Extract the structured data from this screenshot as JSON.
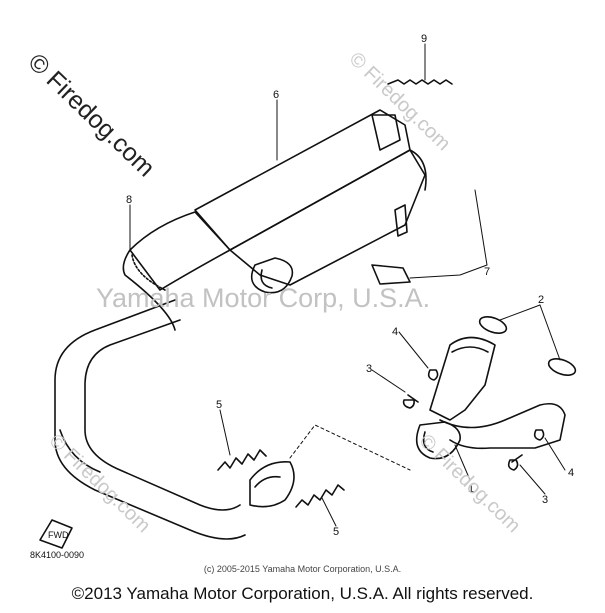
{
  "watermarks": {
    "top_left": "© Firedog.com",
    "right_top": "© Firedog.com",
    "left_bottom": "© Firedog.com",
    "right_bottom": "© Firedog.com",
    "center": "Yamaha Motor Corp, U.S.A."
  },
  "callouts": {
    "c9": "9",
    "c6": "6",
    "c8": "8",
    "c7": "7",
    "c2": "2",
    "c4a": "4",
    "c3a": "3",
    "c5a": "5",
    "c1": "1",
    "c4b": "4",
    "c3b": "3",
    "c5b": "5"
  },
  "fwd_label": "FWD",
  "part_code": "8K4100-0090",
  "caption_small": "(c) 2005-2015 Yamaha Motor Corporation, U.S.A.",
  "footer": "©2013 Yamaha Motor Corporation, U.S.A. All rights reserved."
}
